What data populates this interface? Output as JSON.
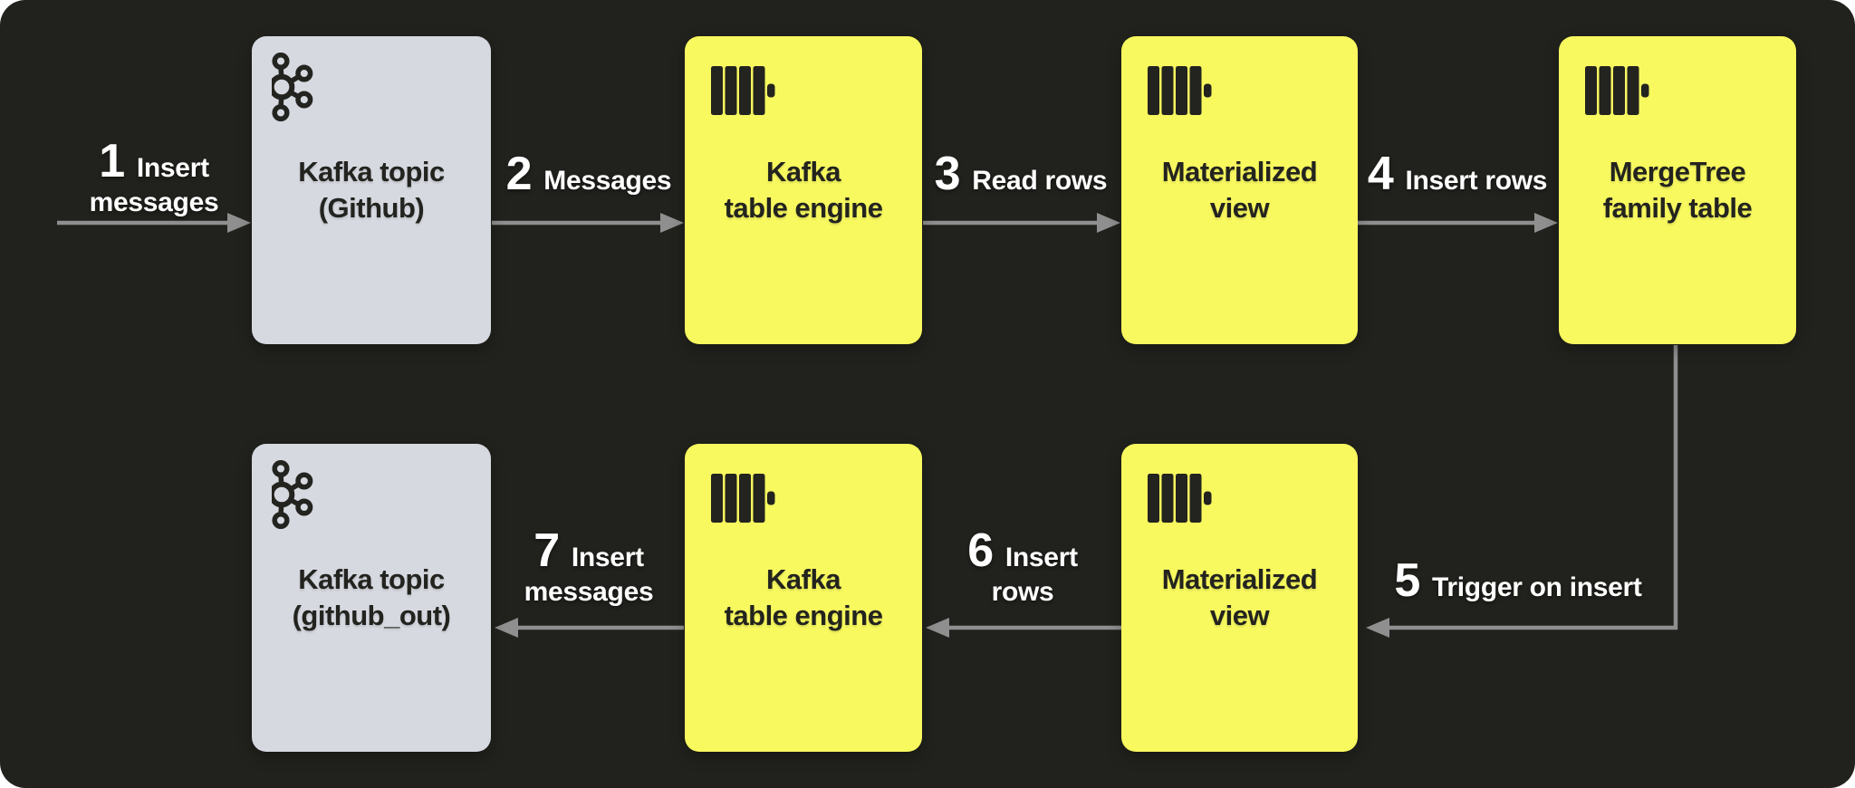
{
  "colors": {
    "page_bg": "#ffffff",
    "canvas_bg": "#21211d",
    "clickhouse_box": "#f8f95f",
    "kafka_box": "#d6d9e0",
    "arrow": "#8f8f8f",
    "dark_text": "#23231f",
    "label_text": "#ffffff"
  },
  "nodes": [
    {
      "id": "kafka-topic-github",
      "icon": "kafka-icon",
      "line1": "Kafka topic",
      "line2": "(Github)"
    },
    {
      "id": "kafka-table-engine-top",
      "icon": "clickhouse-icon",
      "line1": "Kafka",
      "line2": "table engine"
    },
    {
      "id": "materialized-view-top",
      "icon": "clickhouse-icon",
      "line1": "Materialized",
      "line2": "view"
    },
    {
      "id": "mergetree-family-table",
      "icon": "clickhouse-icon",
      "line1": "MergeTree",
      "line2": "family table"
    },
    {
      "id": "kafka-topic-github-out",
      "icon": "kafka-icon",
      "line1": "Kafka topic",
      "line2": "(github_out)"
    },
    {
      "id": "kafka-table-engine-bottom",
      "icon": "clickhouse-icon",
      "line1": "Kafka",
      "line2": "table engine"
    },
    {
      "id": "materialized-view-bottom",
      "icon": "clickhouse-icon",
      "line1": "Materialized",
      "line2": "view"
    }
  ],
  "steps": [
    {
      "num": "1",
      "line1": "Insert",
      "line2": "messages"
    },
    {
      "num": "2",
      "line1": "Messages"
    },
    {
      "num": "3",
      "line1": "Read rows"
    },
    {
      "num": "4",
      "line1": "Insert rows"
    },
    {
      "num": "5",
      "line1": "Trigger on insert"
    },
    {
      "num": "6",
      "line1": "Insert",
      "line2": "rows"
    },
    {
      "num": "7",
      "line1": "Insert",
      "line2": "messages"
    }
  ]
}
